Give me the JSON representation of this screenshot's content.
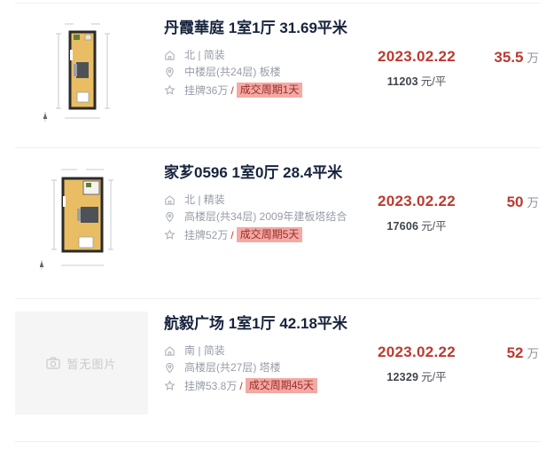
{
  "colors": {
    "accent_red": "#bd3a2f",
    "highlight_bg": "#f3a9a4",
    "highlight_text": "#9c2d27",
    "title_text": "#17233d",
    "detail_gray": "#979ca6",
    "separator": "#f0f0f2",
    "placeholder_bg": "#f5f5f6",
    "floorplan_fill": "#e9bd63"
  },
  "placeholder": {
    "no_image_label": "暂无图片",
    "icon": "camera-icon"
  },
  "icons": {
    "orientation": "house-icon",
    "floor": "location-pin-icon",
    "listing": "star-icon"
  },
  "listings": [
    {
      "title": "丹霞華庭 1室1厅 31.69平米",
      "orientation": "北 | 简装",
      "floor_info": "中楼层(共24层) 板楼",
      "listing_price": "挂牌36万",
      "slash": "/",
      "deal_cycle": "成交周期1天",
      "deal_date": "2023.02.22",
      "unit_price": "11203",
      "unit_price_unit": "元/平",
      "total_price": "35.5",
      "total_price_unit": "万"
    },
    {
      "title": "家芗0596 1室0厅 28.4平米",
      "orientation": "北 | 精装",
      "floor_info": "高楼层(共34层) 2009年建板塔结合",
      "listing_price": "挂牌52万",
      "slash": "/",
      "deal_cycle": "成交周期5天",
      "deal_date": "2023.02.22",
      "unit_price": "17606",
      "unit_price_unit": "元/平",
      "total_price": "50",
      "total_price_unit": "万"
    },
    {
      "title": "航毅广场 1室1厅 42.18平米",
      "orientation": "南 | 简装",
      "floor_info": "高楼层(共27层) 塔楼",
      "listing_price": "挂牌53.8万",
      "slash": "/",
      "deal_cycle": "成交周期45天",
      "deal_date": "2023.02.22",
      "unit_price": "12329",
      "unit_price_unit": "元/平",
      "total_price": "52",
      "total_price_unit": "万"
    }
  ]
}
